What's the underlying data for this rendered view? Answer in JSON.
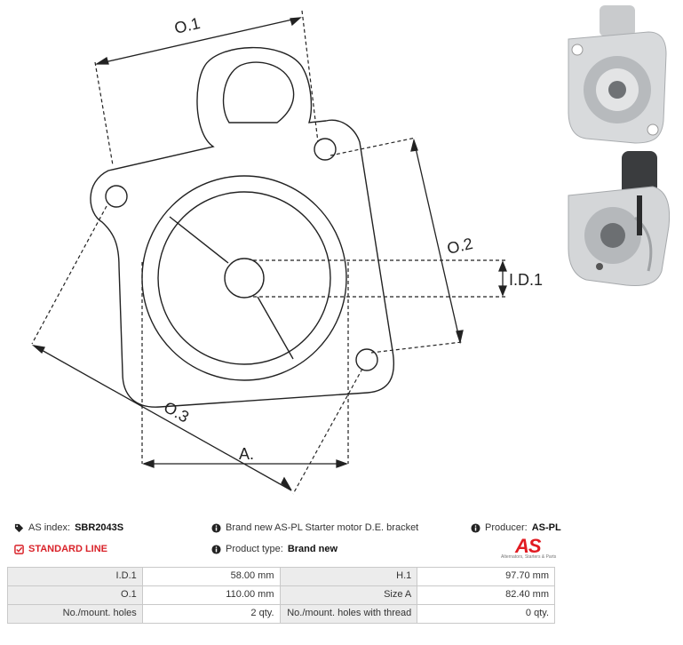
{
  "drawing": {
    "dimension_labels": {
      "o1": "O.1",
      "o2": "O.2",
      "o3": "O.3",
      "id1": "I.D.1",
      "a": "A."
    }
  },
  "photos": {
    "top_alt": "Starter motor D.E. bracket photo, front",
    "bottom_alt": "Starter motor D.E. bracket photo, angled"
  },
  "info": {
    "index_label": "AS index:",
    "index_value": "SBR2043S",
    "line_label": "STANDARD LINE",
    "description": "Brand new AS-PL Starter motor D.E. bracket",
    "product_type_label": "Product type:",
    "product_type_value": "Brand new",
    "producer_label": "Producer:",
    "producer_value": "AS-PL",
    "logo_text": "AS",
    "logo_subtext": "Alternators, Starters & Parts"
  },
  "specs": {
    "rows": [
      {
        "l1": "I.D.1",
        "v1": "58.00 mm",
        "l2": "H.1",
        "v2": "97.70 mm"
      },
      {
        "l1": "O.1",
        "v1": "110.00 mm",
        "l2": "Size A",
        "v2": "82.40 mm"
      },
      {
        "l1": "No./mount. holes",
        "v1": "2 qty.",
        "l2": "No./mount. holes with thread",
        "v2": "0 qty."
      }
    ]
  },
  "colors": {
    "line": "#222222",
    "accent": "#d9232a",
    "table_label_bg": "#ececec",
    "table_border": "#c9c9c9"
  }
}
